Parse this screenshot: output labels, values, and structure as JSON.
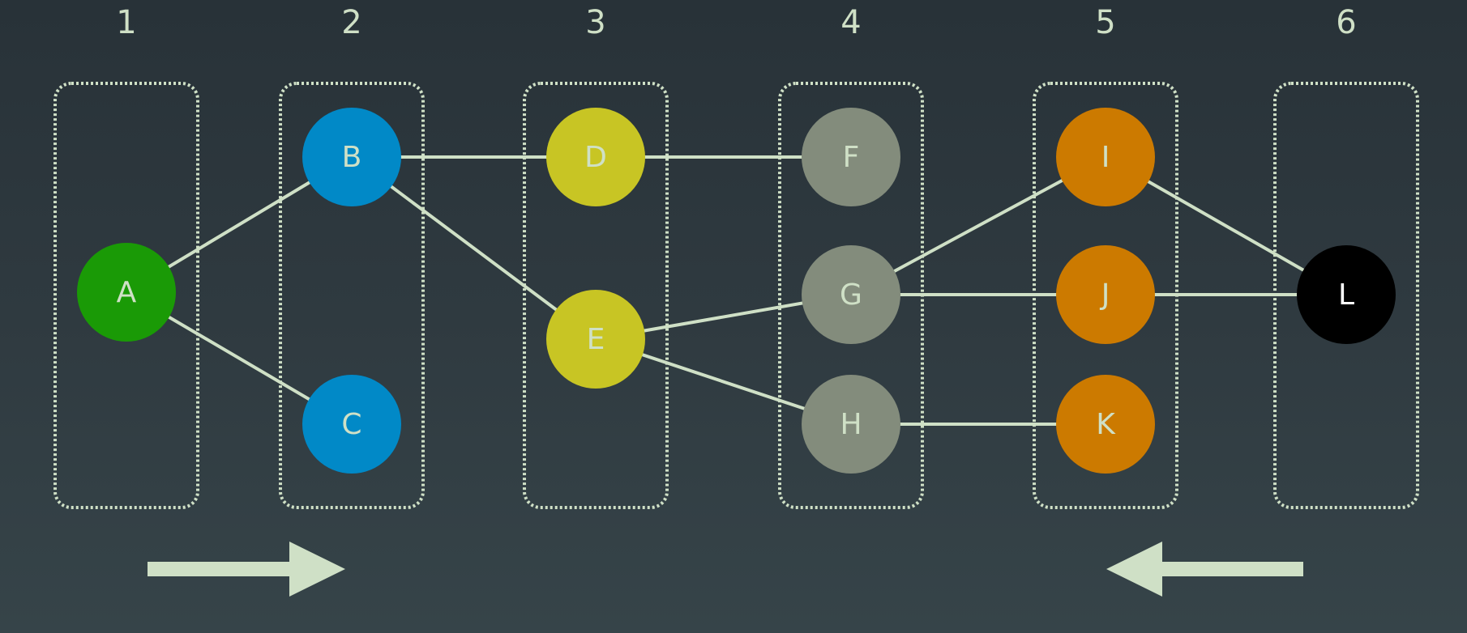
{
  "colors": {
    "line": "#cfe0c6",
    "label": "#cfe0c6",
    "green": "#1a9a06",
    "blue": "#0189c7",
    "yellow": "#c8c524",
    "gray": "#838c7c",
    "orange": "#cc7a00",
    "black": "#000000"
  },
  "columns": [
    {
      "id": "col-1",
      "label": "1"
    },
    {
      "id": "col-2",
      "label": "2"
    },
    {
      "id": "col-3",
      "label": "3"
    },
    {
      "id": "col-4",
      "label": "4"
    },
    {
      "id": "col-5",
      "label": "5"
    },
    {
      "id": "col-6",
      "label": "6"
    }
  ],
  "nodes": [
    {
      "id": "A",
      "label": "A",
      "column": 1,
      "color": "green"
    },
    {
      "id": "B",
      "label": "B",
      "column": 2,
      "color": "blue"
    },
    {
      "id": "C",
      "label": "C",
      "column": 2,
      "color": "blue"
    },
    {
      "id": "D",
      "label": "D",
      "column": 3,
      "color": "yellow"
    },
    {
      "id": "E",
      "label": "E",
      "column": 3,
      "color": "yellow"
    },
    {
      "id": "F",
      "label": "F",
      "column": 4,
      "color": "gray"
    },
    {
      "id": "G",
      "label": "G",
      "column": 4,
      "color": "gray"
    },
    {
      "id": "H",
      "label": "H",
      "column": 4,
      "color": "gray"
    },
    {
      "id": "I",
      "label": "I",
      "column": 5,
      "color": "orange"
    },
    {
      "id": "J",
      "label": "J",
      "column": 5,
      "color": "orange"
    },
    {
      "id": "K",
      "label": "K",
      "column": 5,
      "color": "orange"
    },
    {
      "id": "L",
      "label": "L",
      "column": 6,
      "color": "black"
    }
  ],
  "edges": [
    [
      "A",
      "B"
    ],
    [
      "A",
      "C"
    ],
    [
      "B",
      "D"
    ],
    [
      "B",
      "E"
    ],
    [
      "D",
      "F"
    ],
    [
      "E",
      "G"
    ],
    [
      "E",
      "H"
    ],
    [
      "G",
      "I"
    ],
    [
      "G",
      "J"
    ],
    [
      "H",
      "K"
    ],
    [
      "I",
      "L"
    ],
    [
      "J",
      "L"
    ]
  ],
  "arrows": [
    {
      "id": "arrow-forward",
      "direction": "right"
    },
    {
      "id": "arrow-backward",
      "direction": "left"
    }
  ]
}
